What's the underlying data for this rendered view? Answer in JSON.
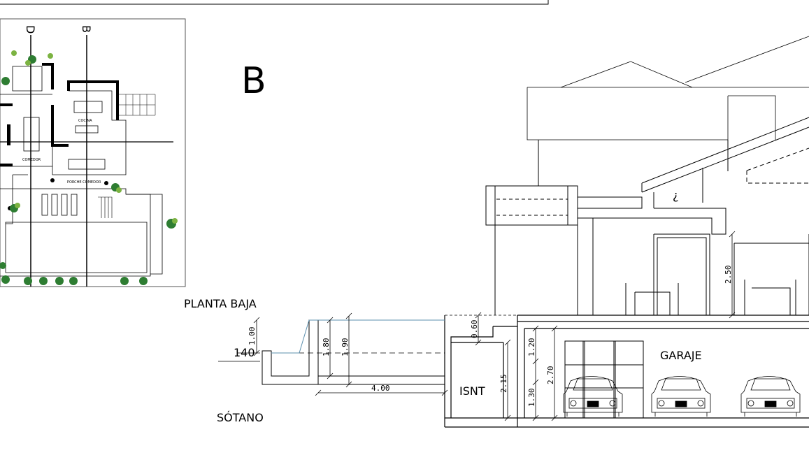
{
  "section_letter": "B",
  "level_labels": {
    "ground_floor": "PLANTA BAJA",
    "basement": "SÓTANO"
  },
  "level_value": "140",
  "rooms": {
    "garage": "GARAJE",
    "isnt": "ISNT",
    "question_mark": "¿"
  },
  "dimensions": {
    "d100": "1.00",
    "d180": "1.80",
    "d190": "1.90",
    "d060": "0.60",
    "d400": "4.00",
    "d215": "2.15",
    "d120": "1.20",
    "d270": "2.70",
    "d130": "1.30",
    "d250": "2.50"
  },
  "plan": {
    "axis_labels": [
      "D",
      "B"
    ],
    "room_labels": [
      "COCINA",
      "COMEDOR",
      "PORCHE COMEDOR"
    ]
  },
  "colors": {
    "line": "#000000",
    "water": "#5b8fae",
    "plant": "#2e7d32",
    "plant_light": "#7cb342"
  }
}
